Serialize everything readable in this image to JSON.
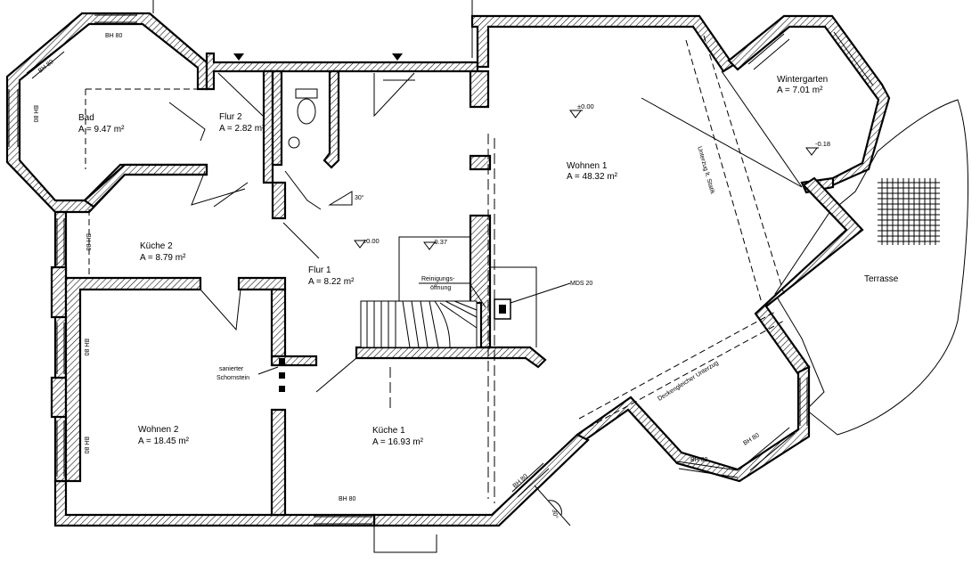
{
  "rooms": {
    "bad": {
      "name": "Bad",
      "area": "A = 9.47 m²"
    },
    "flur2": {
      "name": "Flur 2",
      "area": "A = 2.82 m²"
    },
    "kueche2": {
      "name": "Küche 2",
      "area": "A = 8.79 m²"
    },
    "flur1": {
      "name": "Flur 1",
      "area": "A = 8.22 m²"
    },
    "wohnen1": {
      "name": "Wohnen 1",
      "area": "A = 48.32 m²"
    },
    "wintergarten": {
      "name": "Wintergarten",
      "area": "A = 7.01 m²"
    },
    "wohnen2": {
      "name": "Wohnen 2",
      "area": "A = 18.45 m²"
    },
    "kueche1": {
      "name": "Küche 1",
      "area": "A = 16.93 m²"
    },
    "terrasse": {
      "name": "Terrasse"
    }
  },
  "levels": {
    "flur1": "±0.00",
    "wohnen1": "±0.00",
    "stair": "-0.37",
    "wintergarten": "-0.18"
  },
  "window_label": "BH 80",
  "annotations": {
    "reinigung_line1": "Reinigungs-",
    "reinigung_line2": "öffnung",
    "mds": "MDS 20",
    "schornstein_line1": "sanierter",
    "schornstein_line2": "Schornstein",
    "unterzug_statik": "Unterzug lt. Statik",
    "deckengleicher": "Deckengleicher Unterzug",
    "angle_stair": "30°",
    "angle_corner": "30°"
  }
}
